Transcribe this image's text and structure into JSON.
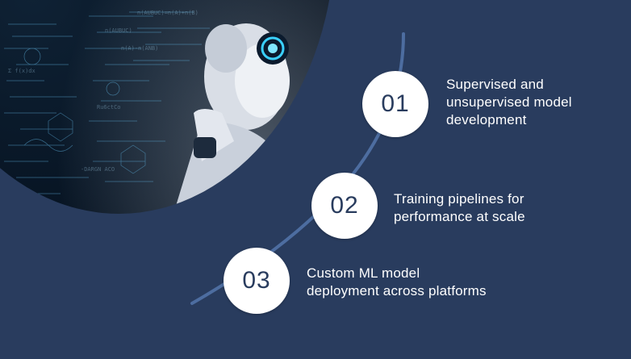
{
  "steps": [
    {
      "number": "01",
      "line1": "Supervised and",
      "line2": "unsupervised model",
      "line3": "development"
    },
    {
      "number": "02",
      "line1": "Training pipelines for",
      "line2": "performance at scale"
    },
    {
      "number": "03",
      "line1": "Custom ML model",
      "line2": "deployment across platforms"
    }
  ],
  "colors": {
    "background": "#293c5e",
    "circle": "#ffffff",
    "arc": "#4d6da0",
    "text": "#ffffff"
  },
  "image": {
    "subject": "humanoid-robot-thinking-with-formula-board"
  }
}
